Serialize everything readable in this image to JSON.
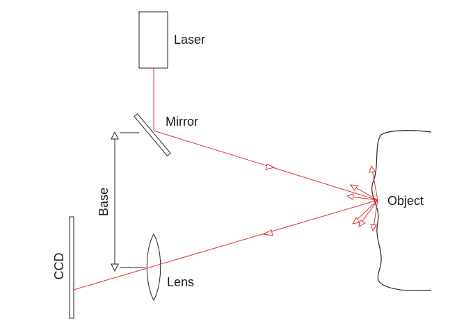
{
  "labels": {
    "laser": "Laser",
    "mirror": "Mirror",
    "object": "Object",
    "base": "Base",
    "lens": "Lens",
    "ccd": "CCD"
  },
  "colors": {
    "beam": "#e03030",
    "outline": "#222222"
  }
}
